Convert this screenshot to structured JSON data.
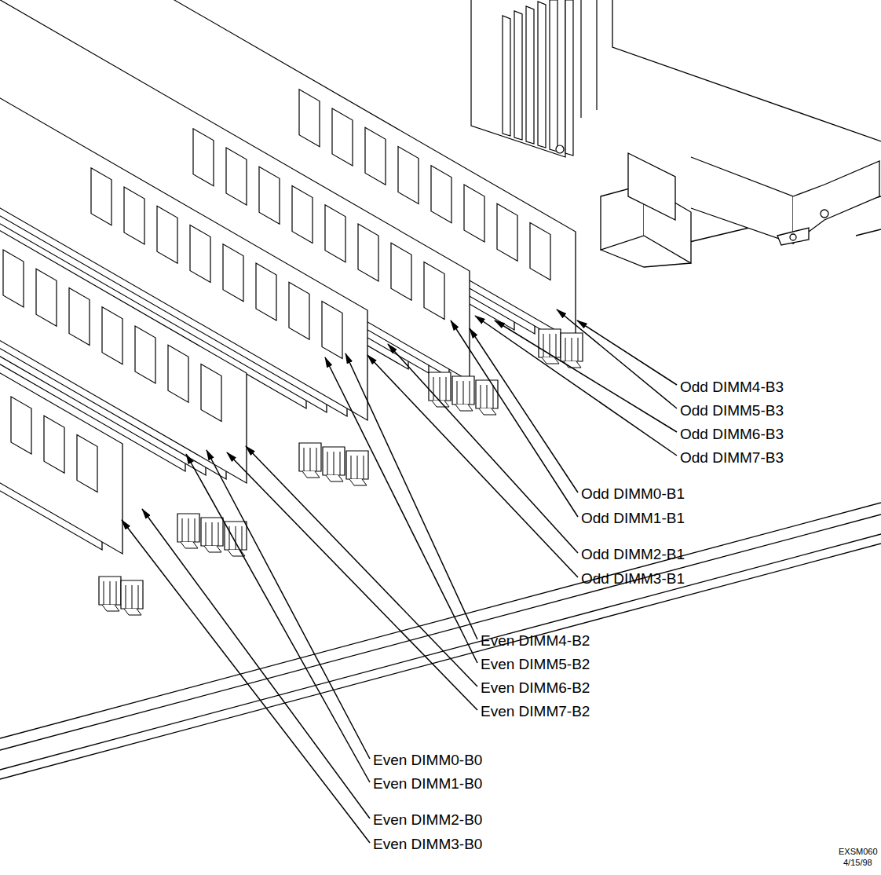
{
  "diagram": {
    "labels": [
      "Odd DIMM4-B3",
      "Odd DIMM5-B3",
      "Odd DIMM6-B3",
      "Odd DIMM7-B3",
      "Odd DIMM0-B1",
      "Odd DIMM1-B1",
      "Odd DIMM2-B1",
      "Odd DIMM3-B1",
      "Even DIMM4-B2",
      "Even DIMM5-B2",
      "Even DIMM6-B2",
      "Even DIMM7-B2",
      "Even DIMM0-B0",
      "Even DIMM1-B0",
      "Even DIMM2-B0",
      "Even DIMM3-B0",
      "EXSM060",
      "4/15/98"
    ]
  }
}
